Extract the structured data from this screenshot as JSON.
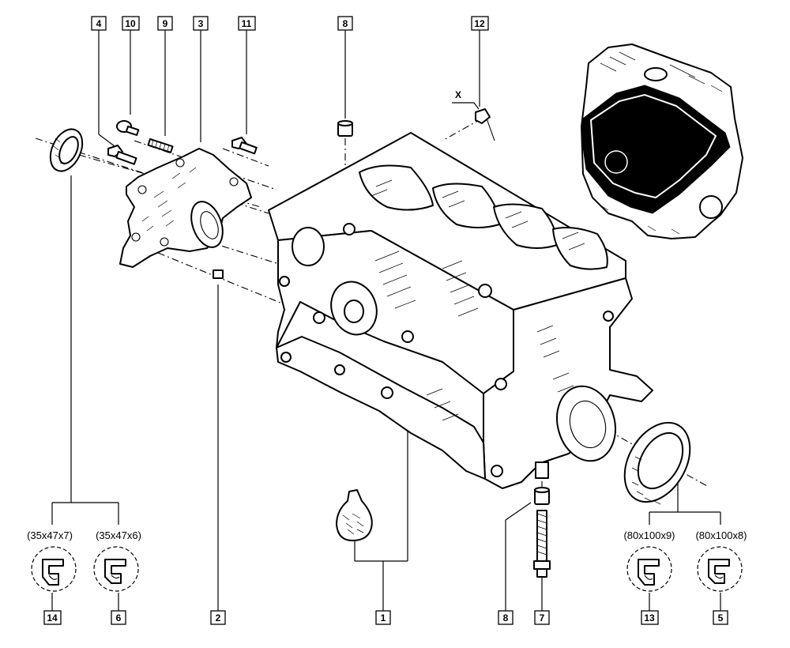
{
  "callouts": {
    "c1": "1",
    "c2": "2",
    "c3": "3",
    "c4": "4",
    "c5": "5",
    "c6": "6",
    "c7": "7",
    "c8_top": "8",
    "c8_bottom": "8",
    "c9": "9",
    "c10": "10",
    "c11": "11",
    "c12": "12",
    "c13": "13",
    "c14": "14"
  },
  "seal_sizes": {
    "s14": "(35x47x7)",
    "s6": "(35x47x6)",
    "s13": "(80x100x9)",
    "s5": "(80x100x8)"
  },
  "marker_x": "X"
}
